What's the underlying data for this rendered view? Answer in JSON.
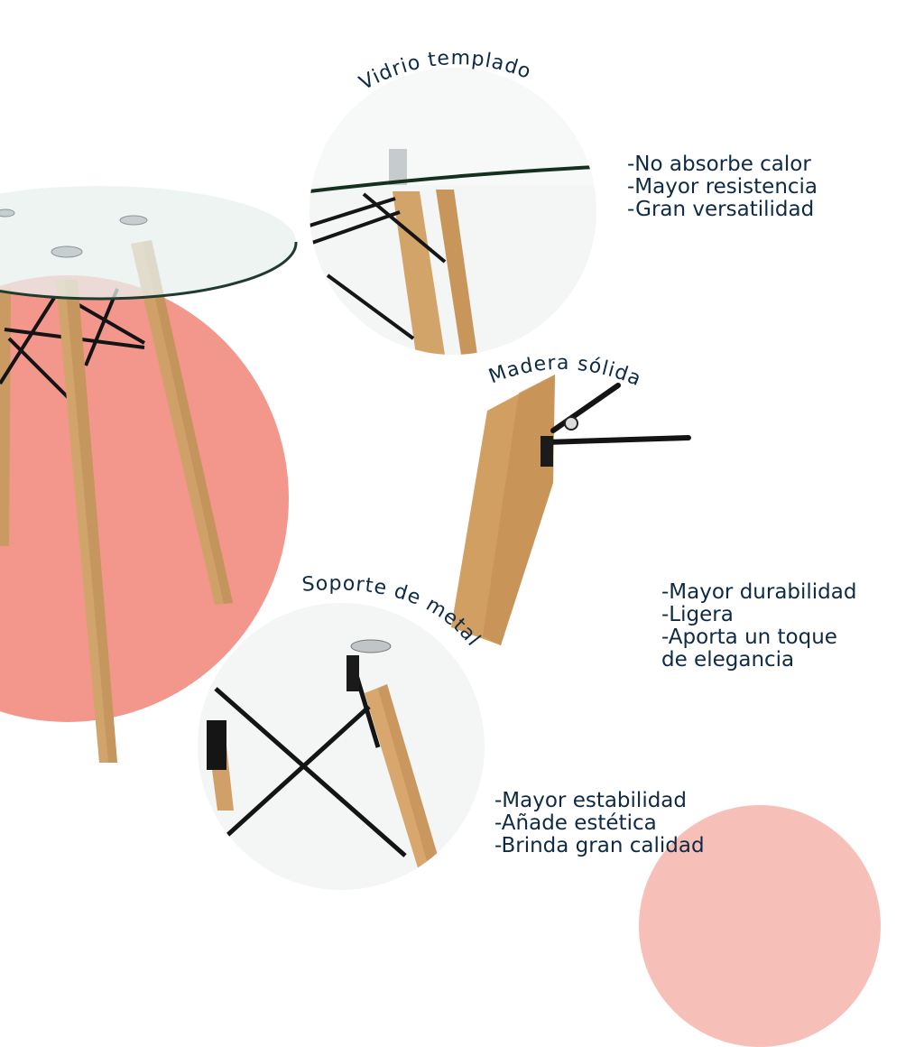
{
  "colors": {
    "text": "#0f2a44",
    "accent_salmon": "#f3968c",
    "accent_pink_light": "#f6c0b8",
    "wood": "#c9985d",
    "metal": "#1a1a1a",
    "glass_edge": "#1f3b2e"
  },
  "sections": [
    {
      "label": "Vidrio templado",
      "features": [
        "-No absorbe calor",
        "-Mayor resistencia",
        "-Gran versatilidad"
      ]
    },
    {
      "label": "Madera sólida",
      "features": [
        "-Mayor durabilidad",
        "-Ligera",
        "-Aporta un toque",
        "de elegancia"
      ]
    },
    {
      "label": "Soporte de metal",
      "features": [
        "-Mayor estabilidad",
        "-Añade estética",
        "-Brinda gran calidad"
      ]
    }
  ],
  "images": {
    "main": "glass-round-table-with-wooden-legs",
    "detail_glass": "tempered-glass-edge-closeup",
    "detail_wood": "solid-wood-leg-closeup",
    "detail_metal": "metal-support-bracket-closeup"
  }
}
